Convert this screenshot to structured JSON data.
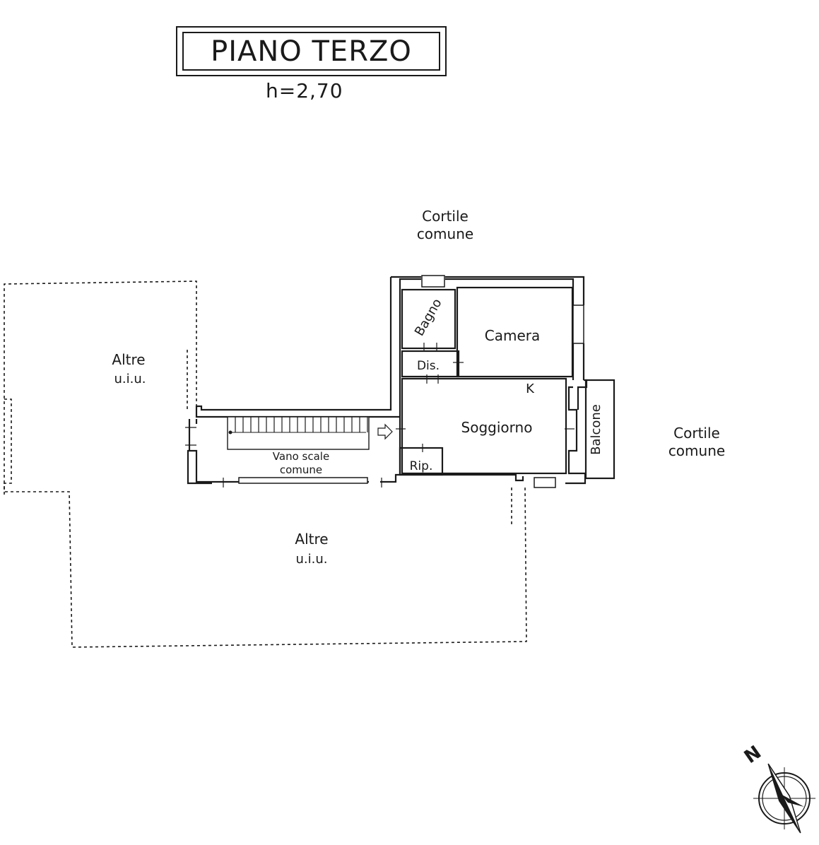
{
  "title": "PIANO TERZO",
  "height": "h=2,70",
  "labels": {
    "cortile_top_1": "Cortile",
    "cortile_top_2": "comune",
    "cortile_right_1": "Cortile",
    "cortile_right_2": "comune",
    "altre_left_1": "Altre",
    "altre_left_2": "u.i.u.",
    "altre_bottom_1": "Altre",
    "altre_bottom_2": "u.i.u.",
    "bagno": "Bagno",
    "camera": "Camera",
    "dis": "Dis.",
    "soggiorno": "Soggiorno",
    "kitchen_mark": "K",
    "balcone": "Balcone",
    "rip": "Rip.",
    "vano_scale_1": "Vano scale",
    "vano_scale_2": "comune"
  },
  "compass": {
    "north_label": "N"
  }
}
